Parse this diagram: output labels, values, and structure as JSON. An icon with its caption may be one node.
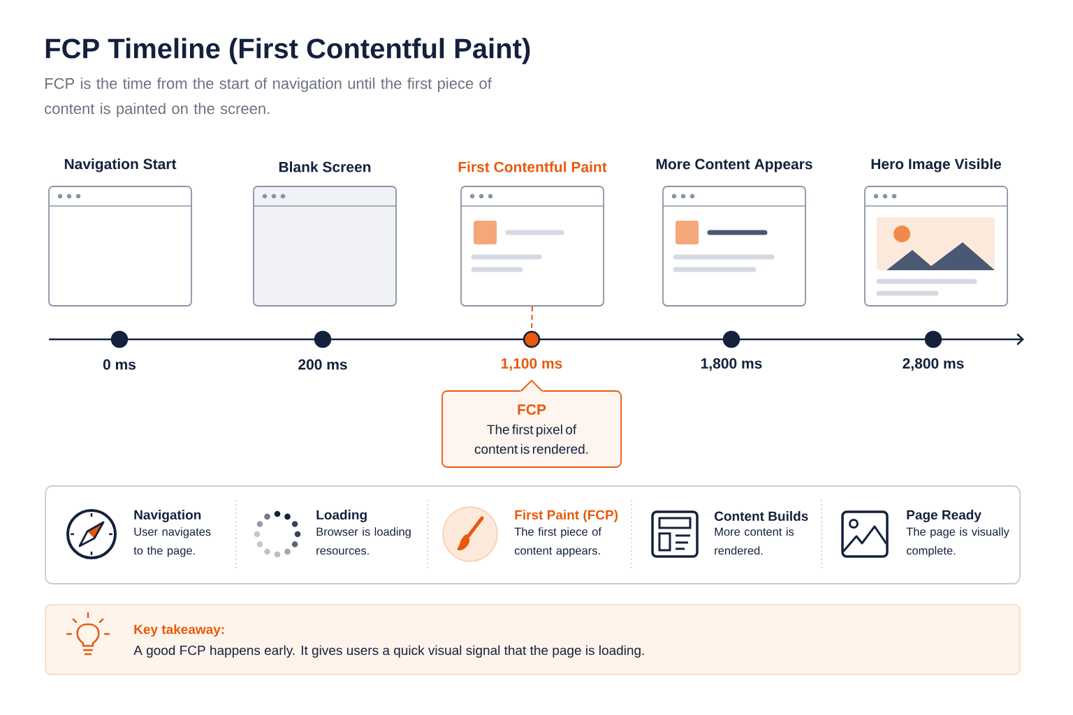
{
  "diagram": {
    "title": "FCP Timeline (First Contentful Paint)",
    "nodes": [
      {
        "text": [
          "Navigation Start"
        ]
      },
      {
        "text": [
          "Blank Screen"
        ]
      },
      {
        "text": [
          "First Contentful Paint"
        ]
      },
      {
        "text": [
          "More Content Appears"
        ]
      },
      {
        "text": [
          "Hero Image Visible"
        ]
      },
      {
        "text": [],
        "shape": "circle",
        "beside": [
          "0 ms"
        ]
      },
      {
        "text": [],
        "shape": "circle",
        "beside": [
          "200 ms"
        ]
      },
      {
        "text": [],
        "shape": "circle",
        "beside": [
          "1,100 ms"
        ]
      },
      {
        "text": [],
        "shape": "circle",
        "beside": [
          "1,800 ms"
        ]
      },
      {
        "text": [],
        "shape": "circle",
        "beside": [
          "2,800 ms"
        ]
      },
      {
        "text": [
          "FCP",
          "The first pixel of content is rendered."
        ]
      },
      {
        "text": [
          "Key takeaway:",
          "A good FCP happens early. It gives users a quick visual signal that the page is loading."
        ]
      }
    ],
    "edges": [
      {
        "from": 2,
        "to": 7,
        "arrow": "none",
        "style": "dashed",
        "color": "#e8590c"
      }
    ],
    "labels": [
      "FCP is the time from the start of navigation until the first piece of content is painted on the screen.",
      "Navigation",
      "User navigates to the page.",
      "Loading",
      "Browser is loading resources.",
      "First Paint (FCP)",
      "The first piece of content appears.",
      "Content Builds",
      "More content is rendered.",
      "Page Ready",
      "The page is visually complete."
    ]
  }
}
